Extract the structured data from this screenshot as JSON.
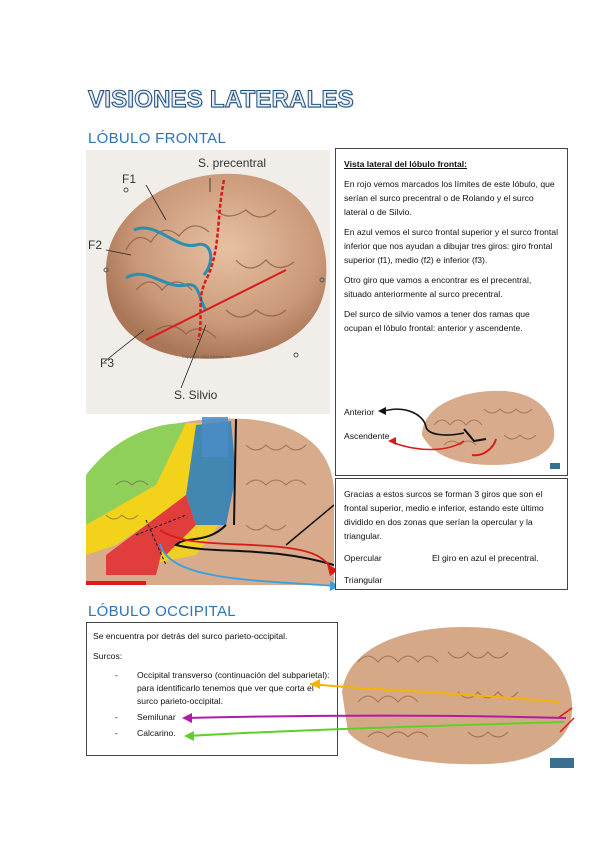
{
  "title": "VISIONES LATERALES",
  "sections": {
    "frontal": "LÓBULO FRONTAL",
    "occipital": "LÓBULO OCCIPITAL"
  },
  "brain1": {
    "labels": {
      "s_precentral": "S. precentral",
      "f1": "F1",
      "f2": "F2",
      "f3": "F3",
      "s_silvio": "S. Silvio",
      "copyright": "Copyright 2004 Elsevier Inc."
    }
  },
  "frontal_box": {
    "heading": "Vista lateral del lóbulo frontal:",
    "p1": "En rojo vemos marcados los límites de este lóbulo, que serían el surco precentral o de Rolando y el surco lateral o de Silvio.",
    "p2": "En azul vemos el surco frontal superior y el surco frontal inferior que nos ayudan a dibujar tres giros: giro frontal superior (f1), medio (f2) e inferior (f3).",
    "p3": "Otro giro que vamos a encontrar es el precentral, situado anteriormente al surco precentral.",
    "p4": "Del surco de silvio vamos a tener dos ramas que ocupan el lóbulo frontal: anterior y ascendente.",
    "anterior": "Anterior",
    "ascendente": "Ascendente"
  },
  "gyri_box": {
    "p1": "Gracias a estos surcos se forman 3 giros que son el frontal superior, medio e inferior, estando este último dividido en dos zonas que serían la opercular y la triangular.",
    "opercular": "Opercular",
    "precentral_note": "El giro en azul el precentral.",
    "triangular": "Triangular"
  },
  "occipital_box": {
    "p1": "Se encuentra por detrás del surco parieto-occipital.",
    "surcos": "Surcos:",
    "items": [
      "Occipital transverso (continuación del subparietal): para identificarlo tenemos que ver que corta el surco parieto-occipital.",
      "Semilunar",
      "Calcarino."
    ]
  },
  "colors": {
    "red": "#e02020",
    "blue": "#2f7fc0",
    "yellow": "#f2d21b",
    "green": "#8fd05a",
    "orange": "#f5b400",
    "magenta": "#b01ca8",
    "lime": "#5fcf2a"
  }
}
